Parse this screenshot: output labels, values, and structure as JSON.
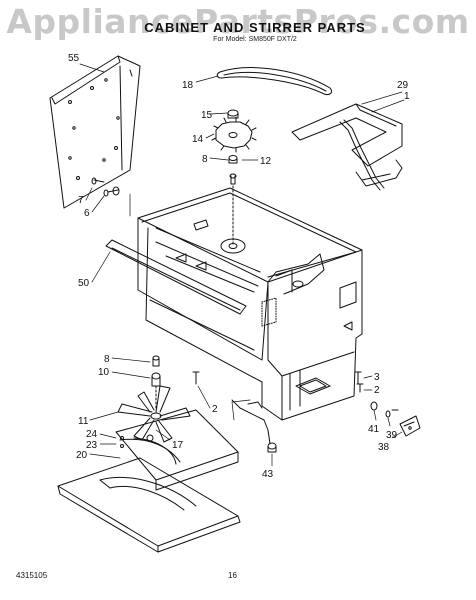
{
  "watermark": "AppliancePartsPros.com",
  "title": "CABINET AND STIRRER PARTS",
  "subtitle": "For Model: SM850F DXT/2",
  "footer": {
    "doc_number": "4315105",
    "page_number": "16"
  },
  "callouts": [
    "55",
    "18",
    "29",
    "1",
    "15",
    "14",
    "8",
    "12",
    "7",
    "6",
    "50",
    "8",
    "10",
    "2",
    "3",
    "2",
    "11",
    "24",
    "23",
    "20",
    "17",
    "41",
    "39",
    "38",
    "43"
  ]
}
